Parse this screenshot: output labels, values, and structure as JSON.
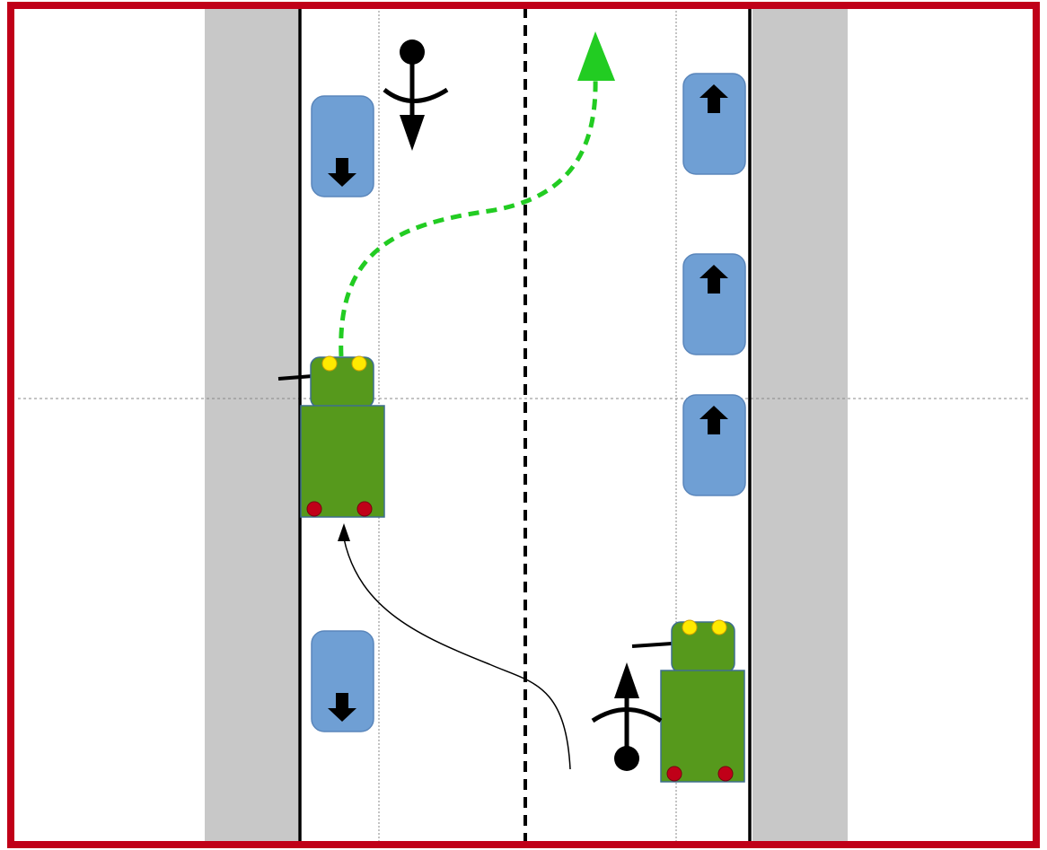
{
  "scene": {
    "border_color": "#c00018",
    "sidewalk_color": "#c8c8c8",
    "road_color": "#ffffff",
    "edge_line_color": "#000000",
    "guide_line_color": "#888888",
    "parked_car_color": "#6f9fd4",
    "parked_car_outline": "#5a86bb",
    "truck_color": "#56991c",
    "truck_outline": "#3e6f8f",
    "headlight_color": "#ffea00",
    "taillight_color": "#c00018",
    "planned_path_color": "#22cc22"
  },
  "parked_cars": [
    {
      "lane": "left",
      "direction": "down",
      "icon": "arrow-down-icon"
    },
    {
      "lane": "left",
      "direction": "down",
      "icon": "arrow-down-icon"
    },
    {
      "lane": "right",
      "direction": "up",
      "icon": "arrow-up-icon"
    },
    {
      "lane": "right",
      "direction": "up",
      "icon": "arrow-up-icon"
    },
    {
      "lane": "right",
      "direction": "up",
      "icon": "arrow-up-icon"
    }
  ],
  "trucks": [
    {
      "name": "ego-truck",
      "direction": "up",
      "lane": "left"
    },
    {
      "name": "oncoming-truck",
      "direction": "up",
      "lane": "right"
    }
  ],
  "pedestrians": [
    {
      "name": "pedestrian-top",
      "direction": "down",
      "icon": "pedestrian-icon"
    },
    {
      "name": "pedestrian-bottom",
      "direction": "up",
      "icon": "pedestrian-icon"
    }
  ],
  "paths": [
    {
      "name": "planned-path",
      "style": "dashed",
      "icon": "arrow-head-icon"
    },
    {
      "name": "past-trajectory",
      "style": "solid",
      "icon": "arrow-head-icon"
    }
  ]
}
